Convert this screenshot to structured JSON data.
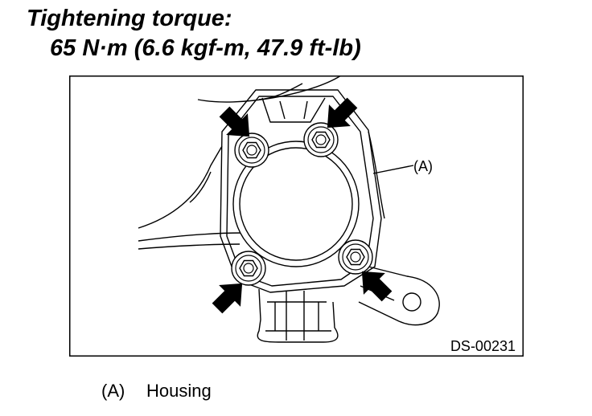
{
  "title": {
    "line1": "Tightening torque:",
    "line2": "65 N·m (6.6 kgf-m, 47.9 ft-lb)"
  },
  "figure": {
    "code": "DS-00231",
    "callout_label": "(A)",
    "bolt_count": 4
  },
  "legend": [
    {
      "tag": "(A)",
      "text": "Housing"
    }
  ]
}
